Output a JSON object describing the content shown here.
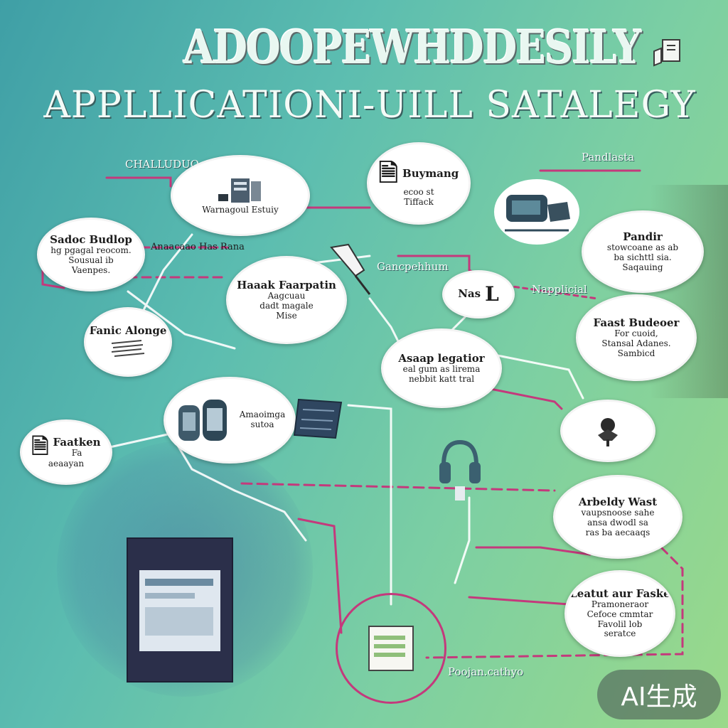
{
  "title": {
    "line1": "ADOOPEWHDDESILY",
    "line2": "APPLLICATIONI-UILL SATALEGY"
  },
  "colors": {
    "background_start": "#3f9fa6",
    "background_end": "#9ad98a",
    "connector": "#c4397c",
    "connector_light": "#ffffff",
    "bubble": "#ffffff"
  },
  "labels": {
    "top_left": "CHALLUDUO",
    "top_right": "Pandlasta",
    "mid_center": "Gancpehhum",
    "mid_right": "Napplicial",
    "dash_row": "Anaacaao Has  Rana",
    "bottom": "Poojan.cathyo"
  },
  "bubbles": [
    {
      "icon": "server-rack-icon",
      "title": "",
      "lines": [
        "Warnagoul Estuiy"
      ]
    },
    {
      "icon": "document-glyph-icon",
      "title": "Buymang",
      "lines": [
        "ecoo st",
        "Tiffack"
      ]
    },
    {
      "icon": "",
      "title": "Pandir",
      "lines": [
        "stowcoane as ab",
        "ba sichttl sia.",
        "Saqauing"
      ]
    },
    {
      "icon": "",
      "title": "Sadoc Budlop",
      "lines": [
        "hg pgagal reocom.",
        "Sousual ib",
        "Vaenpes."
      ]
    },
    {
      "icon": "",
      "title": "Haaak Faarpatin",
      "lines": [
        "Aagcuau",
        "dadt magale",
        "Mise"
      ]
    },
    {
      "icon": "",
      "title": "Fanic Alonge",
      "lines": []
    },
    {
      "icon": "letter-l-icon",
      "title": "Nas",
      "lines": []
    },
    {
      "icon": "",
      "title": "Faast Budeoer",
      "lines": [
        "For cuoid,",
        "Stansal Adanes.",
        "Sambicd"
      ]
    },
    {
      "icon": "",
      "title": "Asaap legatior",
      "lines": [
        "eal gum as lirema",
        "nebbit katt tral"
      ]
    },
    {
      "icon": "tree-icon",
      "title": "",
      "lines": []
    },
    {
      "icon": "user-device-icon",
      "title": "",
      "lines": [
        "Amaoimga",
        "sutoa"
      ]
    },
    {
      "icon": "document-glyph-icon",
      "title": "Faatken",
      "lines": [
        "Fa",
        "aeaayan"
      ]
    },
    {
      "icon": "",
      "title": "Arbeldy Wast",
      "lines": [
        "vaupsnoose sahe",
        "ansa dwodl sa",
        "ras ba aecaaqs"
      ]
    },
    {
      "icon": "",
      "title": "Leatut aur Faske",
      "lines": [
        "Pramoneraor",
        "Cefoce cmmtar",
        "Favolil lob",
        "seratce"
      ]
    }
  ],
  "badge": "AI生成"
}
